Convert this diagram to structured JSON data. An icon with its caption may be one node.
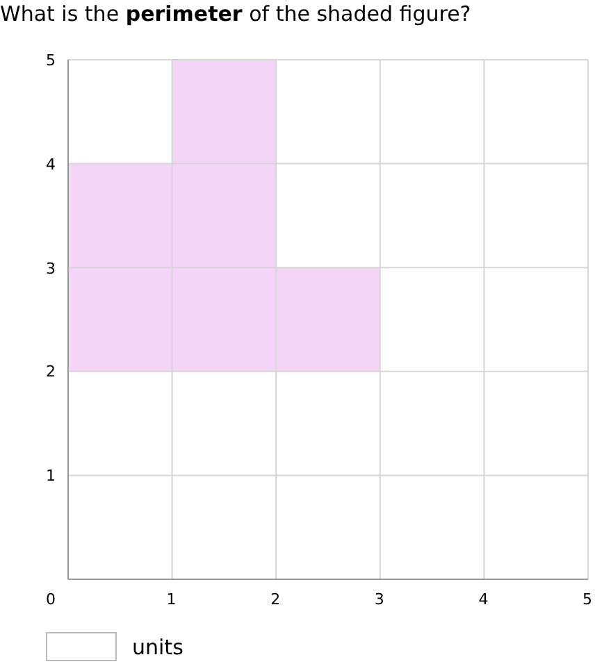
{
  "diagram": {
    "title": "What is the **perimeter** of the shaded figure?",
    "nodes": [
      {
        "text": [],
        "shape": "polygon"
      }
    ],
    "labels": [
      "5",
      "4",
      "3",
      "2",
      "1",
      "0",
      "1",
      "2",
      "3",
      "4",
      "5",
      "units"
    ]
  }
}
